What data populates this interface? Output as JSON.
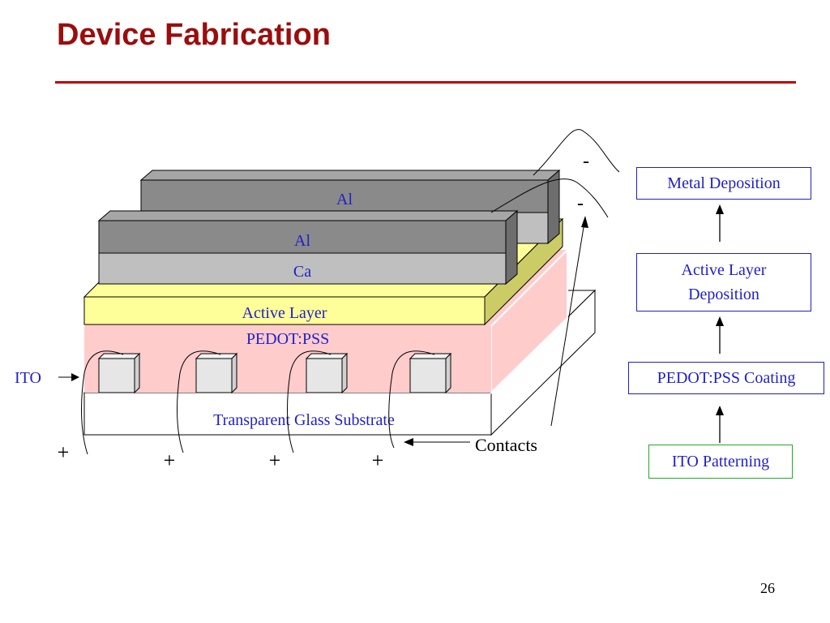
{
  "slide": {
    "title": "Device Fabrication",
    "page_number": "26"
  },
  "device": {
    "al_back": "Al",
    "al_front": "Al",
    "ca": "Ca",
    "active_layer": "Active Layer",
    "pedot": "PEDOT:PSS",
    "substrate": "Transparent Glass Substrate",
    "ito": "ITO",
    "contacts": "Contacts",
    "plus": "+",
    "minus": "-"
  },
  "process_steps": [
    {
      "label": "Metal Deposition"
    },
    {
      "label": "Active Layer Deposition"
    },
    {
      "label": "PEDOT:PSS Coating"
    },
    {
      "label": "ITO Patterning"
    }
  ],
  "colors": {
    "title": "#9b0d0d",
    "rule": "#c00000",
    "label_blue": "#1f1fc8",
    "step_border_blue": "#1f1fc8",
    "step_border_green": "#22aa22",
    "al_dark": "#8a8a8a",
    "ca_light": "#bfbfbf",
    "active_yellow": "#ffff99",
    "pedot_pink": "#ffcccc"
  }
}
